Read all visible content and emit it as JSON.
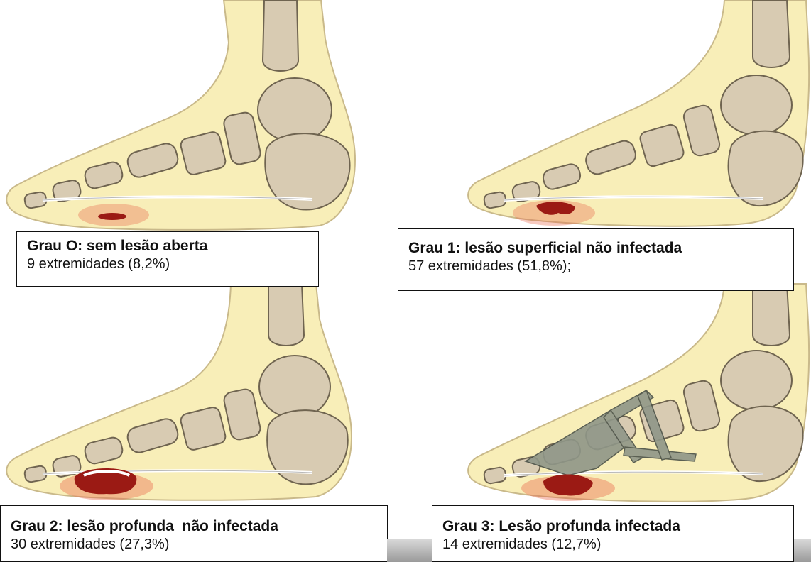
{
  "figure": {
    "panels": [
      {
        "grade_label": "Grau O: sem lesão aberta",
        "title_rest": "",
        "count_text": "9 extremidades (8,2%)"
      },
      {
        "grade_label": "Grau 1:",
        "title_rest": "lesão superficial não infectada",
        "count_text": "57 extremidades (51,8%);"
      },
      {
        "grade_label": "Grau 2: lesão profunda  não infectada",
        "title_rest": "",
        "count_text": "30 extremidades (27,3%)"
      },
      {
        "grade_label": "Grau 3: Lesão profunda infectada",
        "title_rest": "",
        "count_text": "14 extremidades (12,7%)"
      }
    ],
    "colors": {
      "skin": "#f8eeb8",
      "skin_outline": "#c9b98a",
      "bone": "#d8cbb2",
      "bone_outline": "#6f6450",
      "wound": "#9b1a14",
      "redness": "#e8674a",
      "infection": "#8f9688"
    }
  }
}
